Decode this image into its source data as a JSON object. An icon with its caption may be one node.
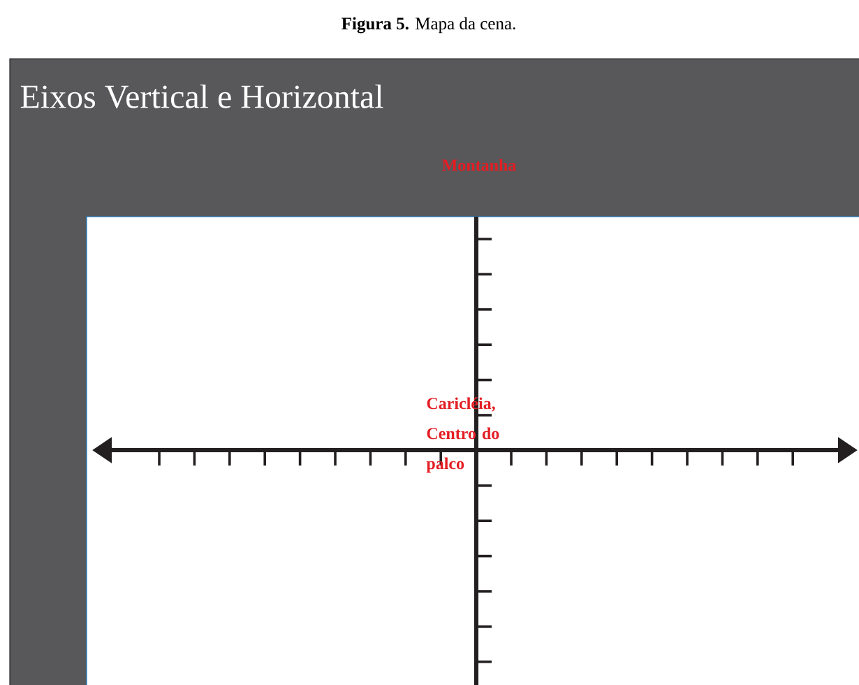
{
  "diagram": {
    "title": "Eixos Vertical e Horizontal",
    "caption": "**Figura 5.** Mapa da cena.",
    "labels": [
      "Montanha",
      "Caricléia, Centro do palco"
    ]
  }
}
